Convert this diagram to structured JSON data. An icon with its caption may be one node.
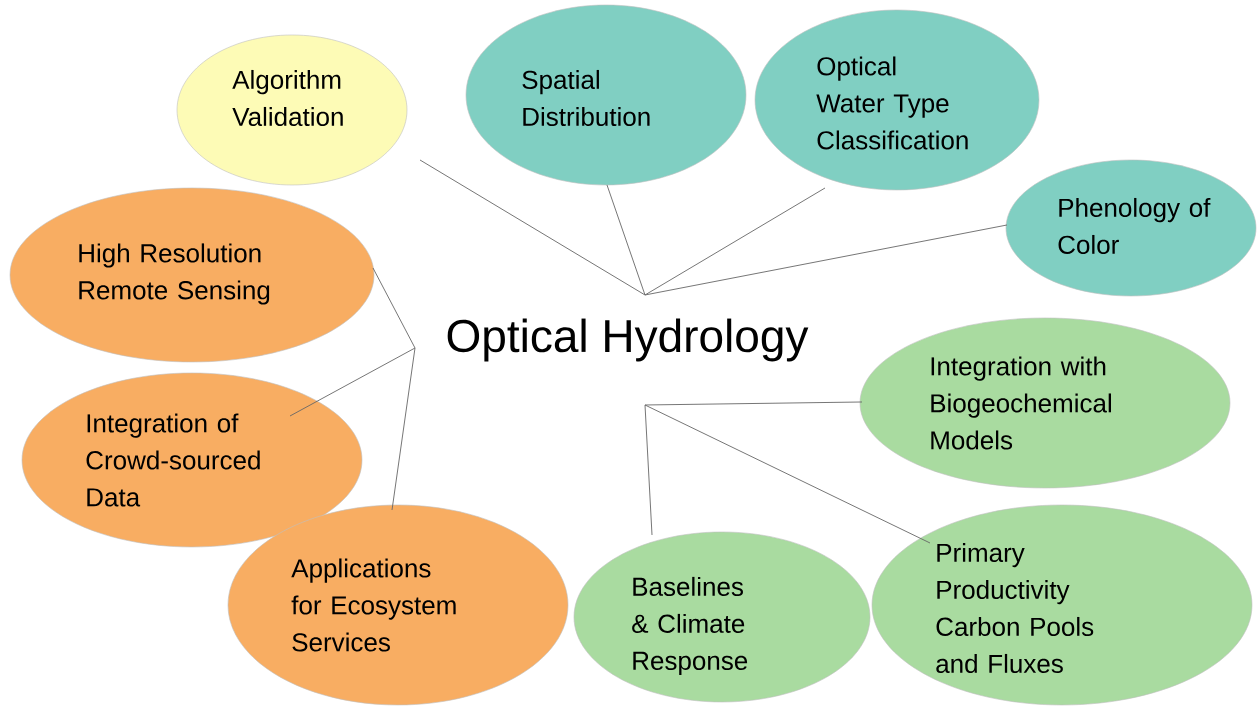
{
  "diagram": {
    "nodes": [
      {
        "text": [
          "Optical Hydrology"
        ]
      },
      {
        "text": [
          "Algorithm Validation"
        ]
      },
      {
        "text": [
          "Spatial Distribution"
        ]
      },
      {
        "text": [
          "Optical Water Type Classification"
        ]
      },
      {
        "text": [
          "Phenology of Color"
        ]
      },
      {
        "text": [
          "High Resolution Remote Sensing"
        ]
      },
      {
        "text": [
          "Integration of Crowd-sourced Data"
        ]
      },
      {
        "text": [
          "Applications for Ecosystem Services"
        ]
      },
      {
        "text": [
          "Integration with Biogeochemical Models"
        ]
      },
      {
        "text": [
          "Primary Productivity Carbon Pools and Fluxes"
        ]
      },
      {
        "text": [
          "Baselines & Climate Response"
        ]
      }
    ],
    "edges": [
      {
        "from": 0,
        "to": 1,
        "arrow": "none"
      },
      {
        "from": 0,
        "to": 2,
        "arrow": "none"
      },
      {
        "from": 0,
        "to": 3,
        "arrow": "none"
      },
      {
        "from": 0,
        "to": 4,
        "arrow": "none"
      },
      {
        "from": 0,
        "to": 5,
        "arrow": "none"
      },
      {
        "from": 0,
        "to": 6,
        "arrow": "none"
      },
      {
        "from": 0,
        "to": 7,
        "arrow": "none"
      },
      {
        "from": 0,
        "to": 8,
        "arrow": "none"
      },
      {
        "from": 0,
        "to": 9,
        "arrow": "none"
      },
      {
        "from": 0,
        "to": 10,
        "arrow": "none"
      }
    ]
  }
}
